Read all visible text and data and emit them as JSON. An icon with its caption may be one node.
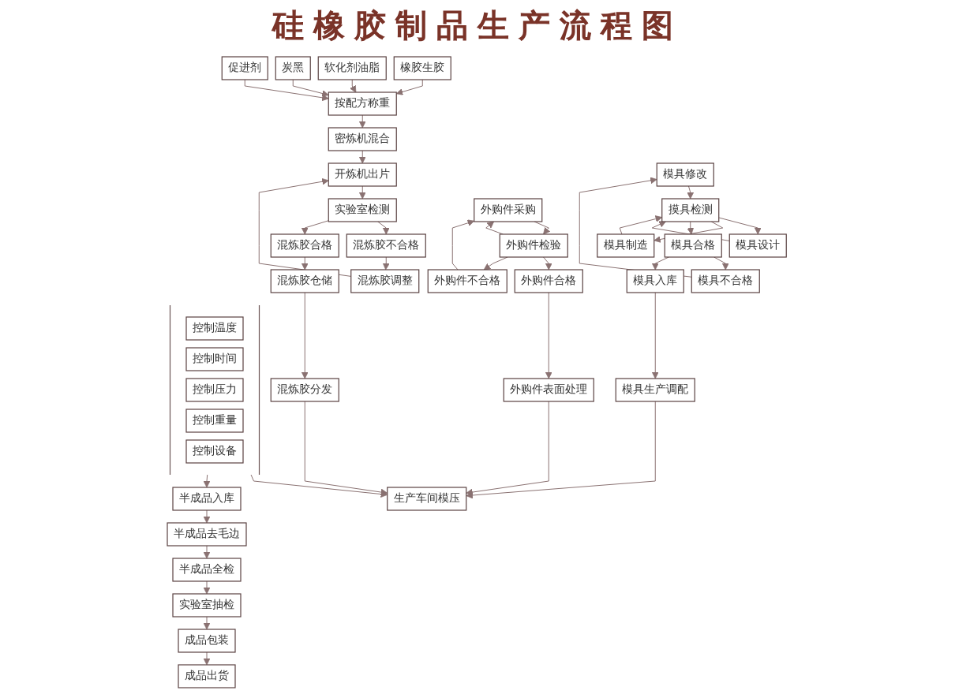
{
  "diagram": {
    "title": "硅橡胶制品生产流程图",
    "nodes": [
      {
        "text": [
          "橡胶生胶"
        ]
      },
      {
        "text": [
          "软化剂油脂"
        ]
      },
      {
        "text": [
          "按配方称重"
        ]
      },
      {
        "text": [
          "炭黑"
        ]
      },
      {
        "text": [
          "促进剂"
        ]
      },
      {
        "text": [
          "密炼机混合"
        ]
      },
      {
        "text": [
          "混炼胶调整"
        ]
      },
      {
        "text": [
          "混炼胶不合格"
        ]
      },
      {
        "text": [
          "开炼机出片"
        ]
      },
      {
        "text": [
          "实验室检测"
        ]
      },
      {
        "text": [
          "混炼胶合格"
        ]
      },
      {
        "text": [
          "混炼胶仓储"
        ]
      },
      {
        "text": [
          "混炼胶分发"
        ]
      },
      {
        "text": [
          "模具修改"
        ]
      },
      {
        "text": [
          "模具不合格"
        ]
      },
      {
        "text": [
          "模具设计"
        ]
      },
      {
        "text": [
          "模具制造"
        ]
      },
      {
        "text": [
          "摸具检测"
        ]
      },
      {
        "text": [
          "模具合格"
        ]
      },
      {
        "text": [
          "模具入库"
        ]
      },
      {
        "text": [
          "模具生产调配"
        ]
      },
      {
        "text": [
          "外购件采购"
        ]
      },
      {
        "text": [
          "外购件检验"
        ]
      },
      {
        "text": [
          "外购件合格"
        ]
      },
      {
        "text": [
          "外购件表面处理"
        ]
      },
      {
        "text": [
          "外购件不合格"
        ]
      },
      {
        "text": [],
        "shape": "bracket"
      },
      {
        "text": [
          "控制温度"
        ],
        "in": 26
      },
      {
        "text": [
          "控制时间"
        ],
        "in": 26
      },
      {
        "text": [
          "控制压力"
        ],
        "in": 26
      },
      {
        "text": [
          "控制重量"
        ],
        "in": 26
      },
      {
        "text": [
          "控制设备"
        ],
        "in": 26
      },
      {
        "text": [
          "生产车间模压"
        ]
      },
      {
        "text": [
          "半成品全检"
        ]
      },
      {
        "text": [
          "半成品去毛边"
        ]
      },
      {
        "text": [
          "半成品入库"
        ]
      },
      {
        "text": [
          "实验室抽检"
        ]
      },
      {
        "text": [
          "成品包装"
        ]
      },
      {
        "text": [
          "成品出货"
        ]
      }
    ],
    "edges": [
      {
        "from": 0,
        "to": 2,
        "arrow": "to"
      },
      {
        "from": 1,
        "to": 2,
        "arrow": "to"
      },
      {
        "from": 3,
        "to": 2,
        "arrow": "to"
      },
      {
        "from": 4,
        "to": 2,
        "arrow": "to"
      },
      {
        "from": 2,
        "to": 5,
        "arrow": "to"
      },
      {
        "from": 5,
        "to": 8,
        "arrow": "to"
      },
      {
        "from": 8,
        "to": 9,
        "arrow": "to"
      },
      {
        "from": 9,
        "to": 7,
        "arrow": "to"
      },
      {
        "from": 7,
        "to": 6,
        "arrow": "to"
      },
      {
        "from": 6,
        "to": 8,
        "arrow": "to"
      },
      {
        "from": 9,
        "to": 10,
        "arrow": "to"
      },
      {
        "from": 10,
        "to": 11,
        "arrow": "to"
      },
      {
        "from": 11,
        "to": 12,
        "arrow": "to"
      },
      {
        "from": 12,
        "to": 32,
        "arrow": "to"
      },
      {
        "from": 14,
        "to": 13,
        "arrow": "to"
      },
      {
        "from": 13,
        "to": 17,
        "arrow": "to"
      },
      {
        "from": 15,
        "to": 17,
        "arrow": "to"
      },
      {
        "from": 16,
        "to": 17,
        "arrow": "to"
      },
      {
        "from": 17,
        "to": 15,
        "arrow": "to"
      },
      {
        "from": 17,
        "to": 16,
        "arrow": "to"
      },
      {
        "from": 17,
        "to": 18,
        "arrow": "to"
      },
      {
        "from": 18,
        "to": 14,
        "arrow": "to"
      },
      {
        "from": 18,
        "to": 19,
        "arrow": "to"
      },
      {
        "from": 19,
        "to": 20,
        "arrow": "to"
      },
      {
        "from": 20,
        "to": 32,
        "arrow": "to"
      },
      {
        "from": 21,
        "to": 22,
        "arrow": "to"
      },
      {
        "from": 22,
        "to": 21,
        "arrow": "to"
      },
      {
        "from": 22,
        "to": 23,
        "arrow": "to"
      },
      {
        "from": 22,
        "to": 25,
        "arrow": "to"
      },
      {
        "from": 25,
        "to": 21,
        "arrow": "to"
      },
      {
        "from": 23,
        "to": 24,
        "arrow": "to"
      },
      {
        "from": 24,
        "to": 32,
        "arrow": "to"
      },
      {
        "from": 26,
        "to": 32,
        "arrow": "to"
      },
      {
        "from": 26,
        "to": 35,
        "arrow": "to"
      },
      {
        "from": 35,
        "to": 34,
        "arrow": "to"
      },
      {
        "from": 34,
        "to": 33,
        "arrow": "to"
      },
      {
        "from": 33,
        "to": 36,
        "arrow": "to"
      },
      {
        "from": 36,
        "to": 37,
        "arrow": "to"
      },
      {
        "from": 37,
        "to": 38,
        "arrow": "to"
      }
    ]
  }
}
